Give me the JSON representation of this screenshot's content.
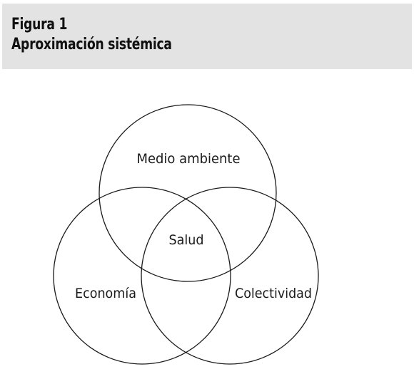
{
  "figure": {
    "label": "Figura 1",
    "title": "Aproximación sistémica"
  },
  "diagram": {
    "type": "venn",
    "sets": {
      "top": "Medio ambiente",
      "left": "Economía",
      "right": "Colectividad"
    },
    "center": "Salud"
  },
  "colors": {
    "header_bg": "#e3e3e3",
    "stroke": "#1a1a1a",
    "text": "#111111"
  }
}
